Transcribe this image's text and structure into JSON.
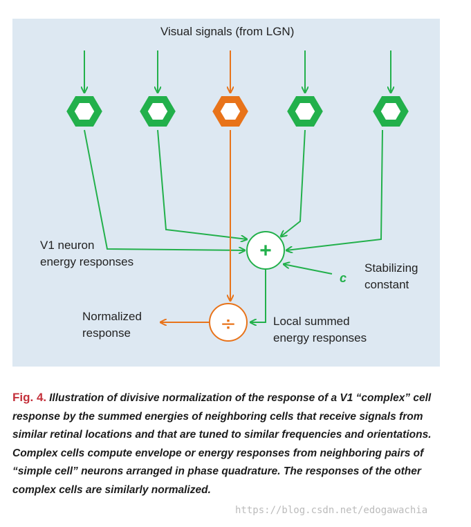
{
  "diagram": {
    "title": "Visual signals (from LGN)",
    "v1_label_line1": "V1 neuron",
    "v1_label_line2": "energy responses",
    "stabilizing_line1": "Stabilizing",
    "stabilizing_line2": "constant",
    "c_symbol": "c",
    "plus_symbol": "+",
    "divide_symbol": "÷",
    "normalized_line1": "Normalized",
    "normalized_line2": "response",
    "local_line1": "Local summed",
    "local_line2": "energy responses",
    "colors": {
      "green": "#22b04b",
      "orange": "#e8731a",
      "panel": "#dde8f2"
    }
  },
  "caption": {
    "fig_label": "Fig. 4.",
    "text": "Illustration of divisive normalization of the response of a V1 “complex” cell response by the summed energies of neighboring cells that receive signals from similar retinal locations and that are tuned to similar frequencies and orientations. Complex cells compute envelope or energy responses from neighboring pairs of “simple cell” neurons arranged in phase quadrature. The responses of the other complex cells are similarly normalized."
  },
  "watermark": "https://blog.csdn.net/edogawachia"
}
